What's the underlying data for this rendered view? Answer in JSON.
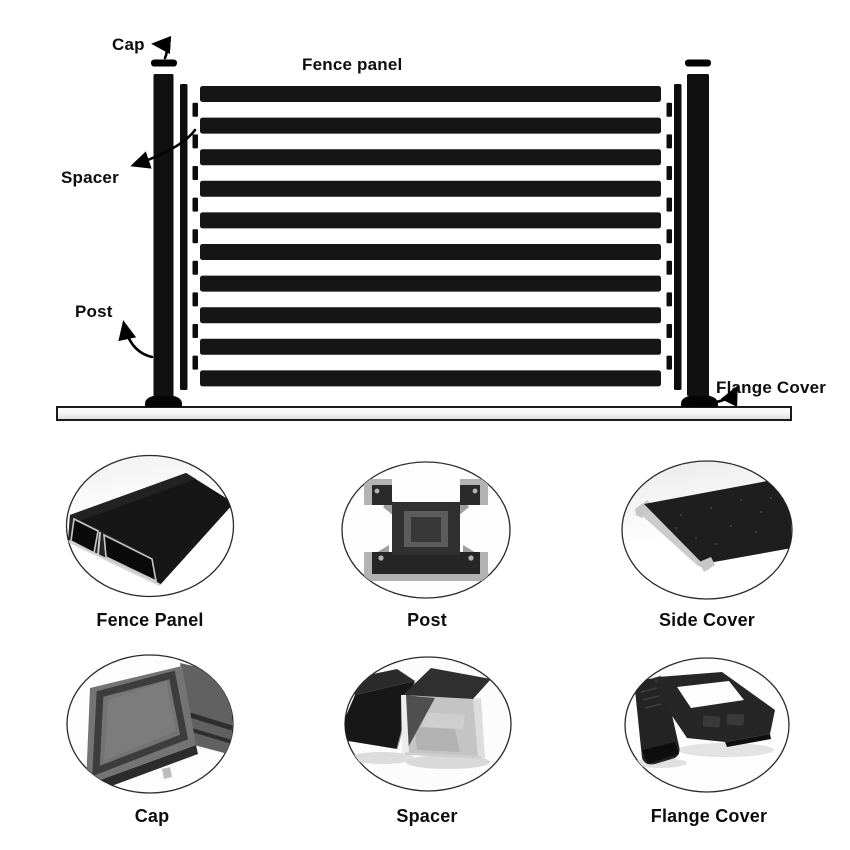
{
  "diagram": {
    "title_label": "Fence panel",
    "labels": {
      "cap": "Cap",
      "fence_panel": "Fence panel",
      "spacer": "Spacer",
      "post": "Post",
      "flange_cover": "Flange Cover"
    },
    "fence": {
      "slat_count": 10,
      "spacer_dash_count": 9,
      "post_count": 2
    }
  },
  "parts_gallery": {
    "items": [
      {
        "id": "fence-panel",
        "label": "Fence Panel"
      },
      {
        "id": "post",
        "label": "Post"
      },
      {
        "id": "side-cover",
        "label": "Side Cover"
      },
      {
        "id": "cap",
        "label": "Cap"
      },
      {
        "id": "spacer",
        "label": "Spacer"
      },
      {
        "id": "flange-cover",
        "label": "Flange Cover"
      }
    ]
  },
  "colors": {
    "ink": "#0d0d0d",
    "slat_black": "#151515",
    "metal_silver": "#c9c9c9",
    "metal_gray": "#ababab",
    "ground_fill": "#f3f3f3",
    "background": "#ffffff"
  }
}
